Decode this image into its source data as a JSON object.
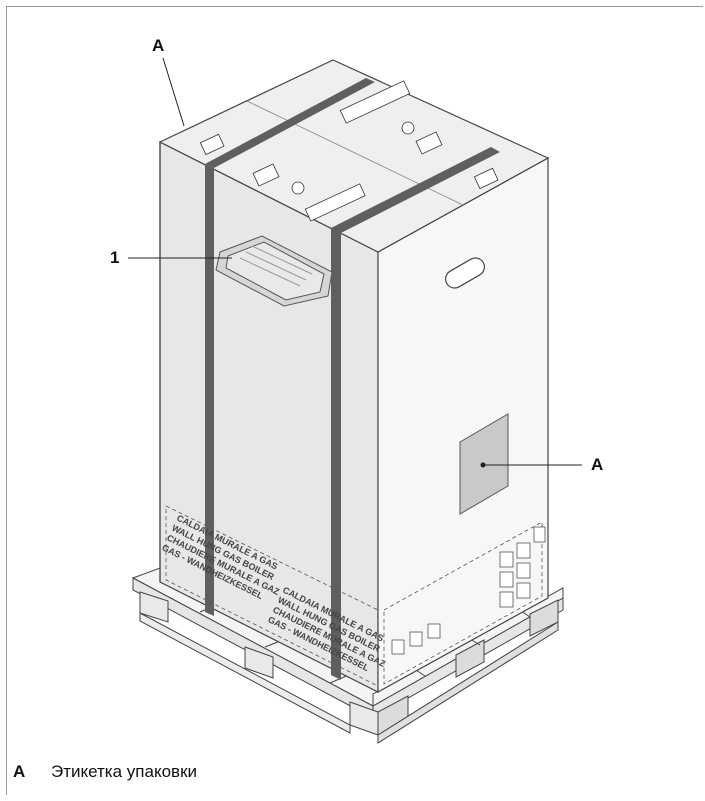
{
  "callouts": {
    "top_label": "A",
    "box_label": "1",
    "side_label": "A"
  },
  "legend": {
    "key": "A",
    "text": "Этикетка упаковки"
  },
  "box_print": {
    "front_lines": [
      "CALDAIA MURALE A GAS",
      "WALL HUNG GAS BOILER",
      "CHAUDIERE MURALE A GAZ",
      "GAS - WANDHEIZKESSEL"
    ]
  },
  "colors": {
    "box_front": "#e7e7e7",
    "box_side": "#f6f6f6",
    "box_top": "#eeeeee",
    "strap": "#5f5f5f",
    "pallet": "#f2f2f2",
    "label_panel": "#c9c9c9",
    "outline": "#444444"
  }
}
